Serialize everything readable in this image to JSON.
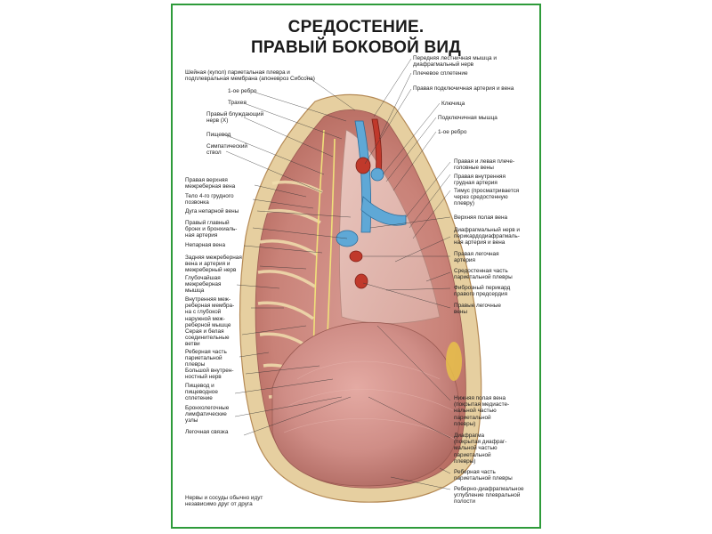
{
  "title": {
    "line1": "СРЕДОСТЕНИЕ.",
    "line2": "ПРАВЫЙ БОКОВОЙ ВИД"
  },
  "colors": {
    "border": "#2e9b3a",
    "pleura": "#c98a86",
    "diaphragm": "#cf8d86",
    "vein": "#5fa8d6",
    "artery": "#c0392b",
    "rib": "#e8d29a",
    "fat": "#e8c14a"
  },
  "labels_left": [
    "Шейная (купол) париетальная плевра и\nподплевральная мембрана (апоневроз Сибсона)",
    "1-ое ребро",
    "Трахея",
    "Правый блуждающий\nнерв (X)",
    "Пищевод",
    "Симпатический\nствол",
    "Правая верхняя\nмежреберная вена",
    "Тело 4-го грудного\nпозвонка",
    "Дуга непарной вены",
    "Правый главный\nбронх и бронхиаль-\nная артерия",
    "Непарная вена",
    "Задняя межреберная\nвена и артерия и\nмежреберный нерв",
    "Глубочайшая\nмежреберная\nмышца",
    "Внутренняя меж-\nреберная мембра-\nна с глубокой\nнаружной меж-\nреберной мышце",
    "Серая и белая\nсоединительные\nветви",
    "Реберная часть\nпариетальной\nплевры",
    "Большой внутрен-\nностный нерв",
    "Пищевод и\nпищеводное\nсплетение",
    "Бронхолегочные\nлимфатические\nузлы",
    "Легочная связка"
  ],
  "labels_right": [
    "Передняя лестничная мышца и\nдиафрагмальный нерв",
    "Плечевое сплетение",
    "Правая подключичная артерия и вена",
    "Ключица",
    "Подключичная мышца",
    "1-ое ребро",
    "Правая и левая плече-\nголовные вены",
    "Правая внутренняя\nгрудная артерия",
    "Тимус (просматривается\nчерез средостенную\nплевру)",
    "Верхняя полая вена",
    "Диафрагмальный нерв и\nперикардодиафрагмаль-\nная артерия и вена",
    "Правая легочная\nартерия",
    "Средостенная часть\nпариетальной плевры",
    "Фиброзный перикард\nправого предсердия",
    "Правые легочные\nвены",
    "Нижняя полая вена\n(покрытая медиасте-\nнальной частью\nпариетальной\nплевры)",
    "Диафрагма\n(покрытая диафраг-\nмальной частью\nпариетальной\nплевры)",
    "Реберная часть\nпариетальной плевры",
    "Реберно-диафрагмальное\nуглубление плевральной\nполости"
  ],
  "footnote": "Нервы и сосуды обычно идут\nнезависимо друг от друга"
}
